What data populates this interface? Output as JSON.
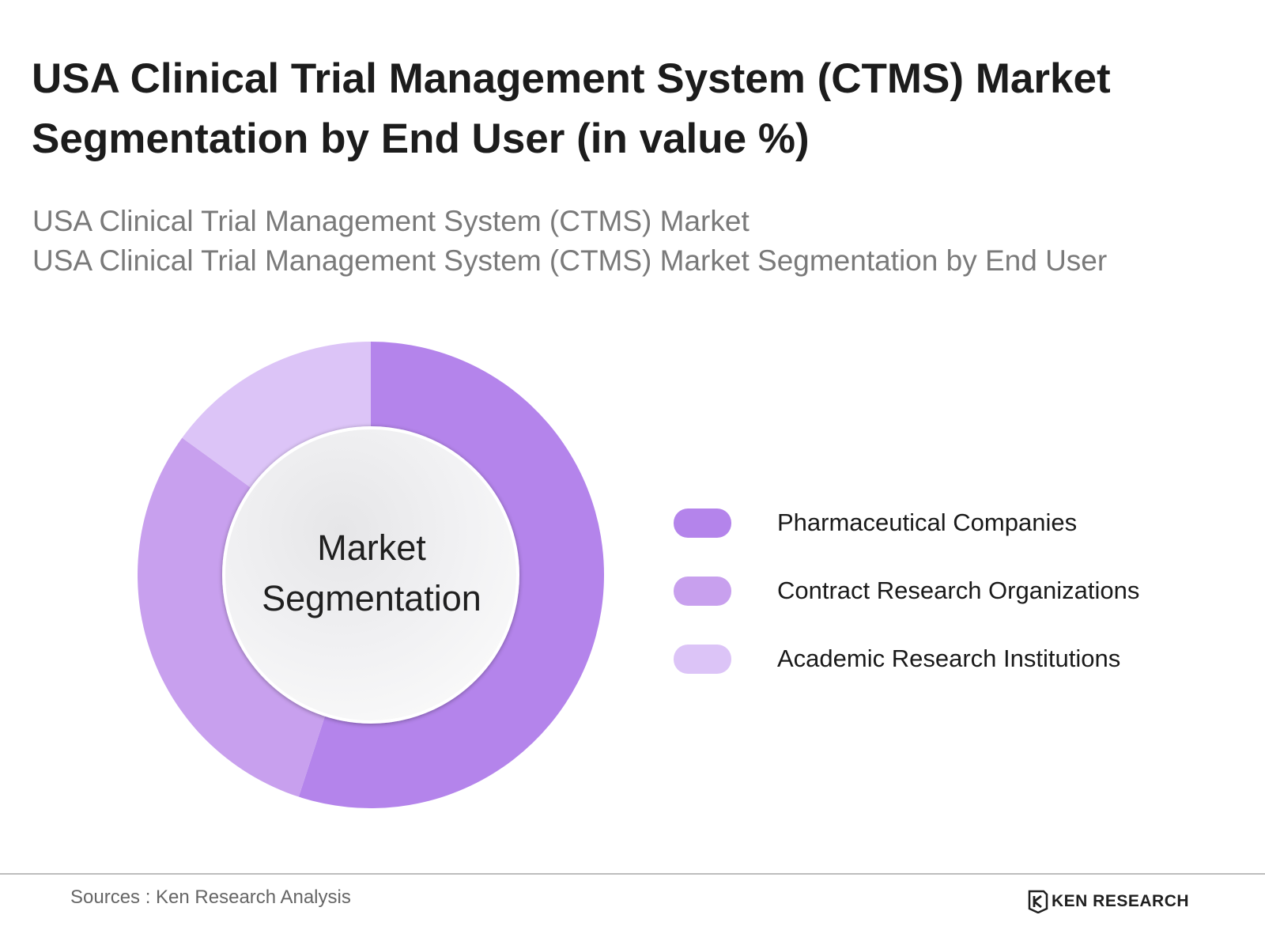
{
  "header": {
    "title": "USA Clinical Trial Management System (CTMS) Market Segmentation by End User (in value %)",
    "subtitle_line1": "USA Clinical Trial Management System (CTMS) Market",
    "subtitle_line2": "USA Clinical Trial Management System (CTMS) Market Segmentation by End User"
  },
  "chart_data": {
    "type": "pie",
    "variant": "donut",
    "title": "USA Clinical Trial Management System (CTMS) Market Segmentation by End User (in value %)",
    "center_label_line1": "Market",
    "center_label_line2": "Segmentation",
    "categories": [
      "Pharmaceutical Companies",
      "Contract Research Organizations",
      "Academic Research Institutions"
    ],
    "values": [
      55,
      30,
      15
    ],
    "colors": [
      "#b484eb",
      "#c8a0ee",
      "#dcc4f7"
    ],
    "legend_position": "right"
  },
  "footer": {
    "source": "Sources : Ken Research Analysis",
    "brand": "KEN RESEARCH"
  }
}
